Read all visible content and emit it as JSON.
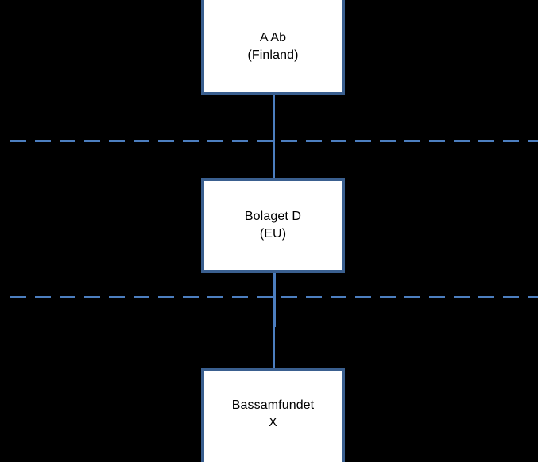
{
  "diagram": {
    "background_color": "#000000",
    "box_fill_color": "#FFFFFF",
    "box_border_color": "#3A5F8F",
    "line_color": "#4C7EBF",
    "text_color": "#000000",
    "nodes": [
      {
        "id": "a-ab",
        "label": "A Ab\n(Finland)",
        "line1": "A Ab",
        "line2": "(Finland)"
      },
      {
        "id": "bolaget-d",
        "label": "Bolaget D\n(EU)",
        "line1": "Bolaget D",
        "line2": "(EU)"
      },
      {
        "id": "bassamfundet-x",
        "label": "Bassamfundet\nX",
        "line1": "Bassamfundet",
        "line2": "X"
      }
    ],
    "connectors": [
      {
        "id": "a-ab-to-bolaget-d",
        "from": "a-ab",
        "to": "bolaget-d",
        "style": "solid"
      },
      {
        "id": "bolaget-d-to-bassamfundet-x",
        "from": "bolaget-d",
        "to": "bassamfundet-x",
        "style": "solid"
      }
    ],
    "boundaries": [
      {
        "id": "boundary-1",
        "style": "dashed",
        "orientation": "horizontal"
      },
      {
        "id": "boundary-2",
        "style": "dashed",
        "orientation": "horizontal"
      }
    ]
  }
}
